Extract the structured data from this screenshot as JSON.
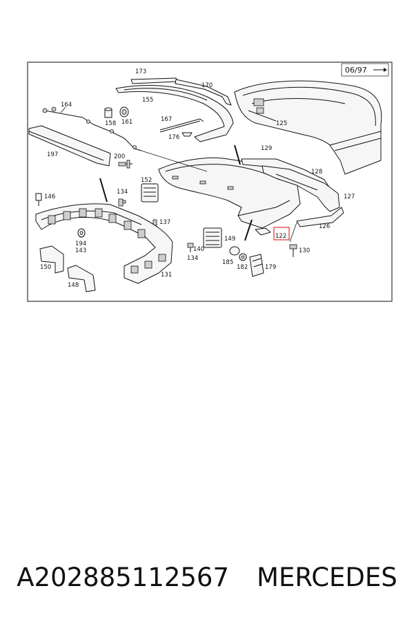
{
  "diagram": {
    "revision": "06/97",
    "highlight_color": "#e03030",
    "highlighted_callout": "122",
    "callouts": {
      "c173": "173",
      "c170": "170",
      "c155": "155",
      "c164": "164",
      "c158": "158",
      "c161": "161",
      "c167": "167",
      "c176": "176",
      "c125": "125",
      "c197": "197",
      "c129": "129",
      "c200": "200",
      "c128": "128",
      "c152": "152",
      "c134a": "134",
      "c146": "146",
      "c127": "127",
      "c137": "137",
      "c126": "126",
      "c122": "122",
      "c149": "149",
      "c194": "194",
      "c143": "143",
      "c140": "140",
      "c130": "130",
      "c134b": "134",
      "c185": "185",
      "c182": "182",
      "c179": "179",
      "c150": "150",
      "c131": "131",
      "c148": "148"
    }
  },
  "caption": {
    "part_number": "A202885112567",
    "brand": "MERCEDES"
  }
}
